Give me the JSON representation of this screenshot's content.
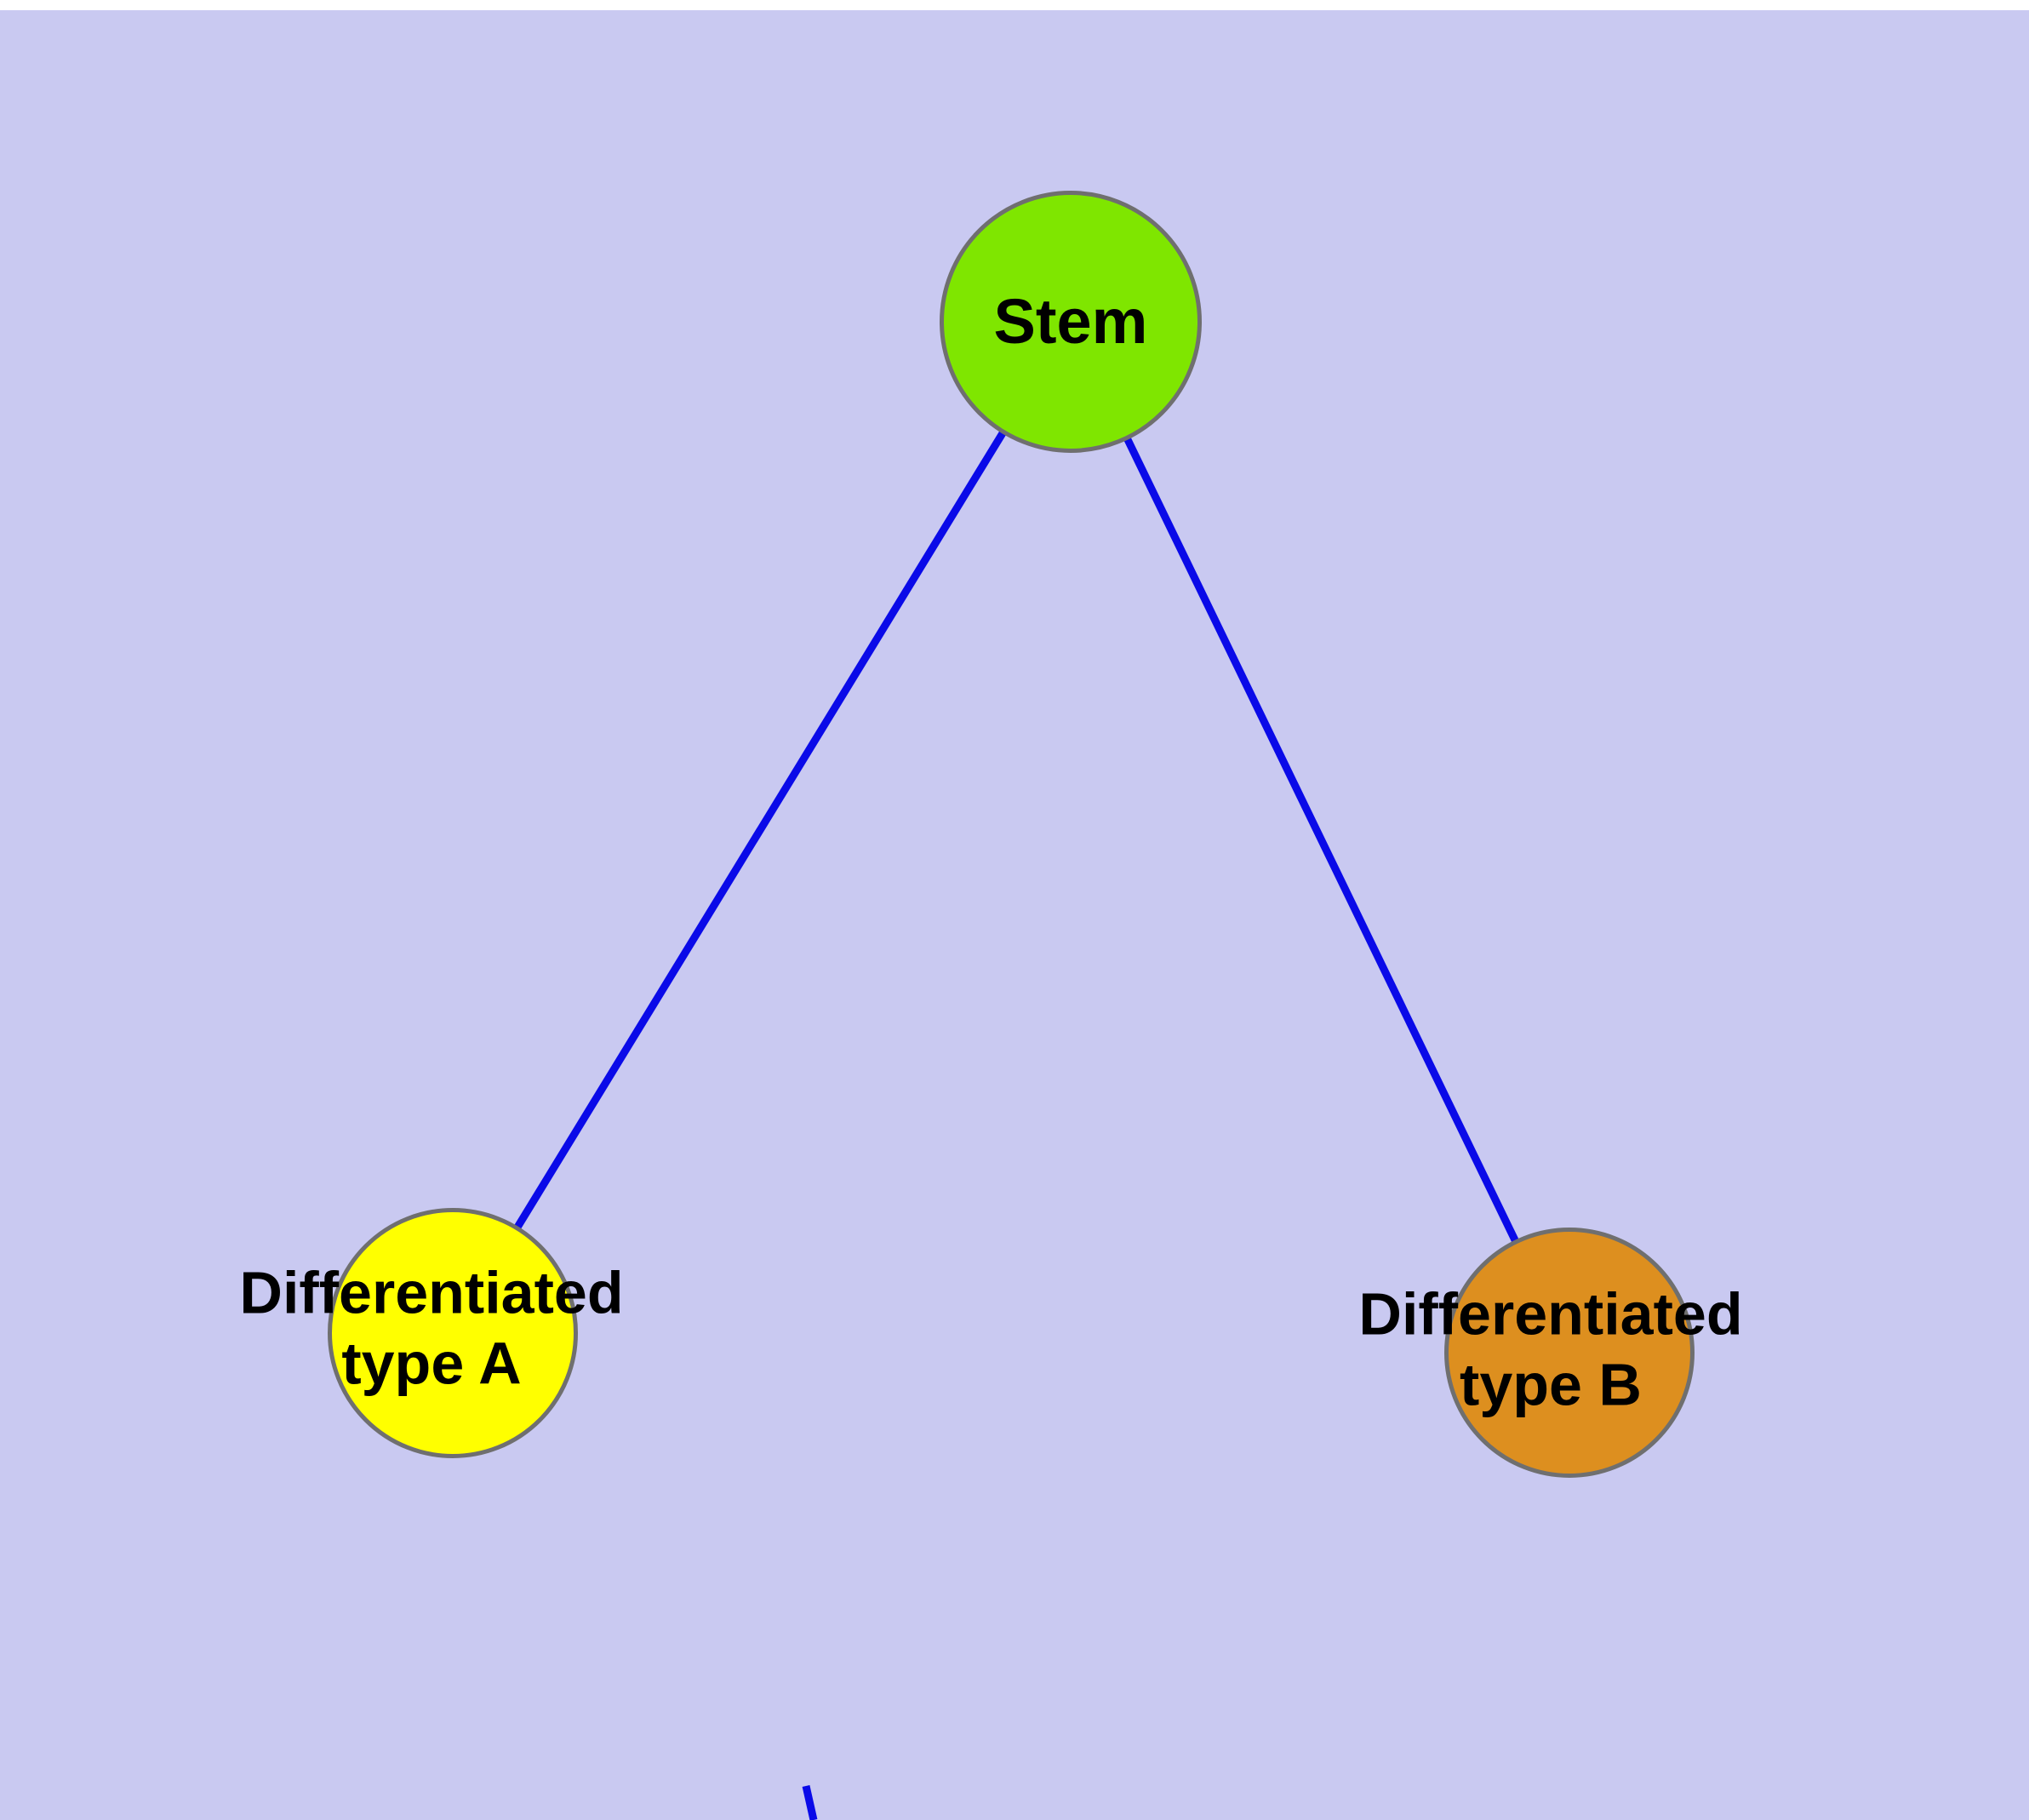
{
  "diagram": {
    "background_color": "#c9c9f1",
    "edge_color": "#0a0ae8",
    "node_border_color": "#6f6f6f",
    "nodes": {
      "stem": {
        "label": "Stem",
        "color": "#7fe600"
      },
      "typeA": {
        "label_line1": "Differentiated",
        "label_line2": "type A",
        "color": "#ffff00"
      },
      "typeB": {
        "label_line1": "Differentiated",
        "label_line2": "type B",
        "color": "#dd8f1f"
      }
    },
    "edges": [
      {
        "from": "stem",
        "to": "typeA"
      },
      {
        "from": "stem",
        "to": "typeB"
      }
    ]
  }
}
